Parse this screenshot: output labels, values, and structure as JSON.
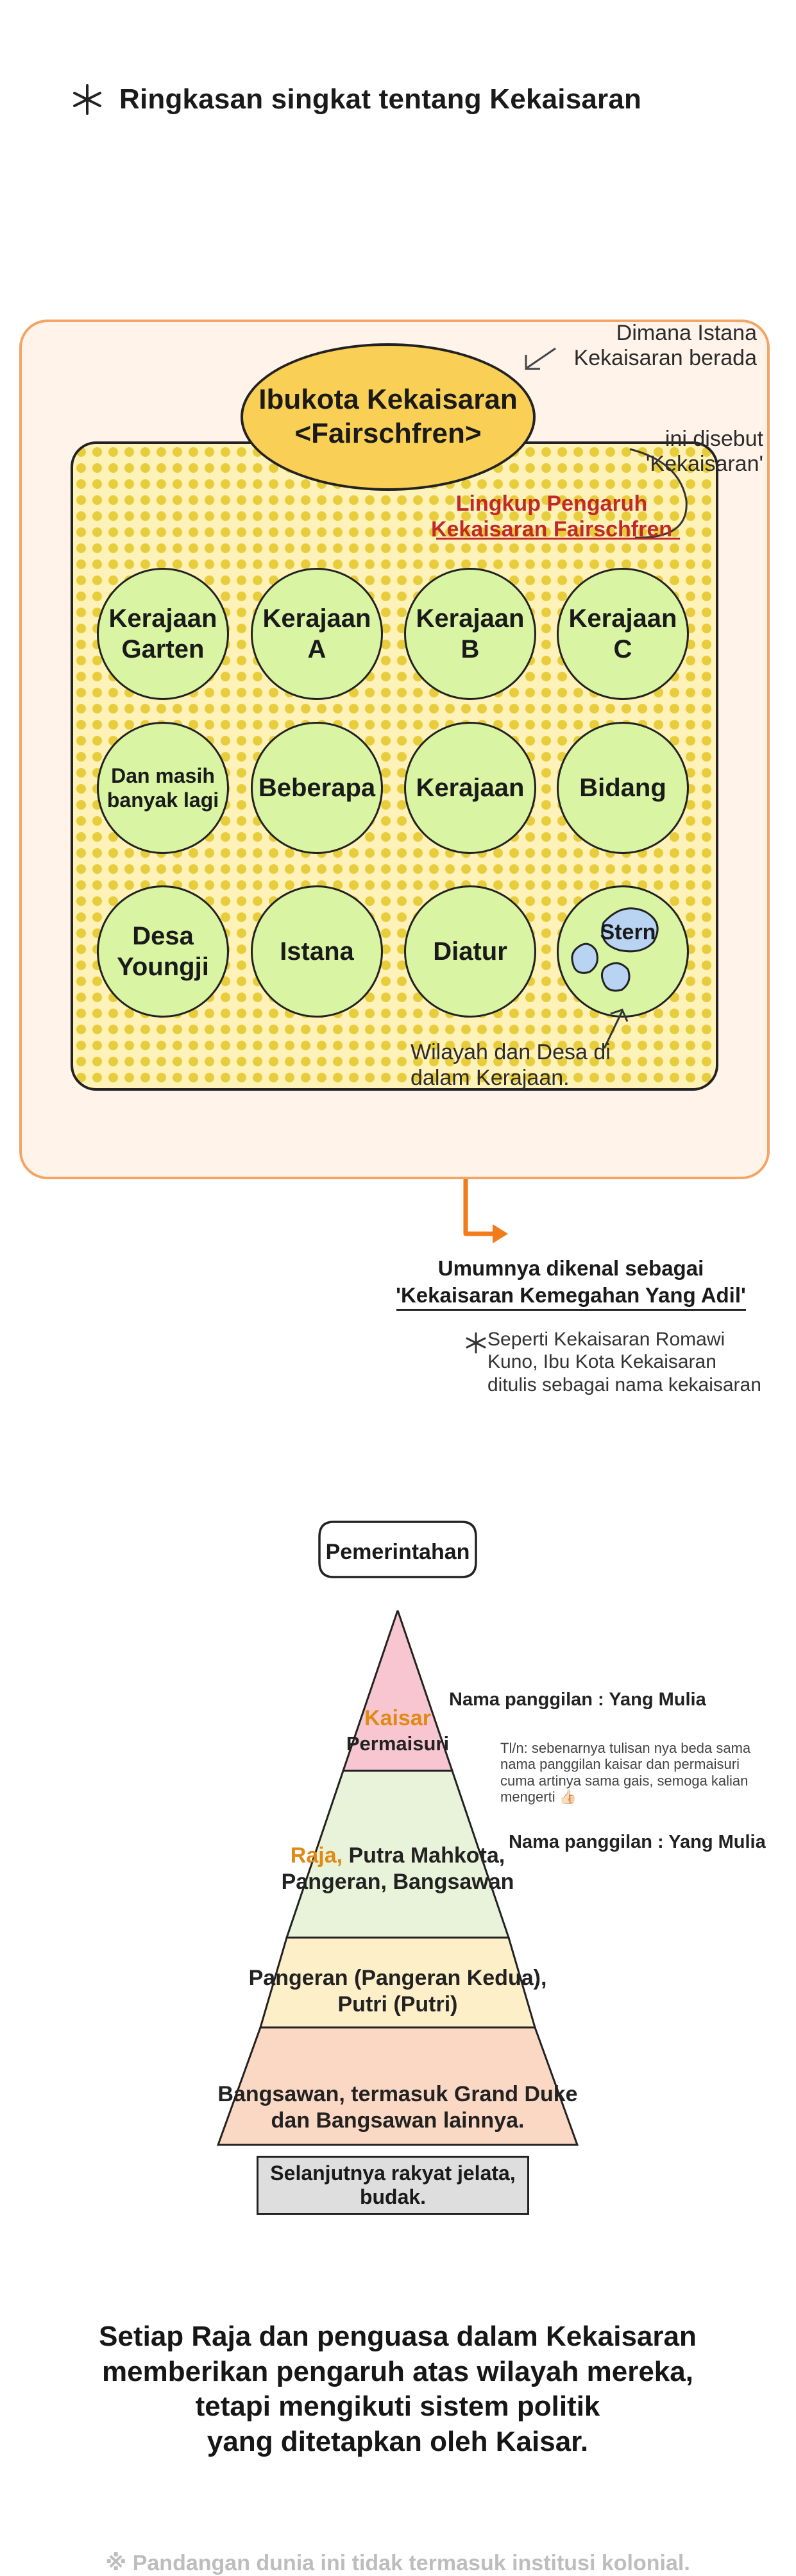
{
  "header": {
    "icon": "asterisk-icon",
    "title": "Ringkasan singkat tentang Kekaisaran"
  },
  "empire_diagram": {
    "note_where": "Dimana Istana Kekaisaran berada",
    "capital_line1": "Ibukota Kekaisaran",
    "capital_line2": "<Fairschfren>",
    "note_called": "ini disebut 'Kekaisaran'",
    "influence_label": "Lingkup Pengaruh Kekaisaran Fairschfren",
    "kingdoms": [
      "Kerajaan Garten",
      "Kerajaan A",
      "Kerajaan B",
      "Kerajaan C",
      "Dan masih banyak lagi",
      "Beberapa",
      "Kerajaan",
      "Bidang",
      "Desa Youngji",
      "Istana",
      "Diatur",
      "Stern"
    ],
    "villages_note": "Wilayah dan Desa di dalam Kerajaan.",
    "colors": {
      "frame": "#f2a564",
      "frame_fill": "#fff3ea",
      "capital": "#f9cf55",
      "kingdom": "#d9f5a4",
      "influence": "#c0282a",
      "village": "#b9d3f2"
    }
  },
  "nickname": {
    "line1": "Umumnya dikenal sebagai",
    "line2": "'Kekaisaran Kemegahan Yang Adil'",
    "note": "Seperti Kekaisaran Romawi Kuno, Ibu Kota Kekaisaran ditulis sebagai nama kekaisaran",
    "note_icon": "asterisk-icon",
    "arrow_color": "#f07c1c"
  },
  "government": {
    "label": "Pemerintahan",
    "nickname_1": "Nama panggilan : Yang Mulia",
    "nickname_2": "Nama panggilan : Yang Mulia",
    "tl_note": "Tl/n: sebenarnya tulisan nya beda sama nama panggilan kaisar dan permaisuri cuma artinya sama gais, semoga kalian mengerti 👍🏻",
    "tiers": [
      {
        "line1": "Kaisar",
        "line2": "Permaisuri",
        "color": "#f7c6d0"
      },
      {
        "accent": "Raja,",
        "line1_rest": " Putra Mahkota,",
        "line2": "Pangeran, Bangsawan",
        "color": "#e9f3d9"
      },
      {
        "line1": "Pangeran (Pangeran Kedua),",
        "line2": "Putri (Putri)",
        "color": "#fdefc7"
      },
      {
        "line1": "Bangsawan, termasuk Grand Duke",
        "line2": "dan Bangsawan lainnya.",
        "color": "#fbd8c4"
      }
    ],
    "commoners": "Selanjutnya rakyat jelata, budak."
  },
  "summary": {
    "line1": "Setiap Raja dan penguasa dalam Kekaisaran",
    "line2": "memberikan pengaruh atas wilayah mereka,",
    "line3": "tetapi mengikuti sistem politik",
    "line4": "yang ditetapkan oleh Kaisar."
  },
  "footnote": "※ Pandangan dunia ini tidak termasuk institusi kolonial."
}
